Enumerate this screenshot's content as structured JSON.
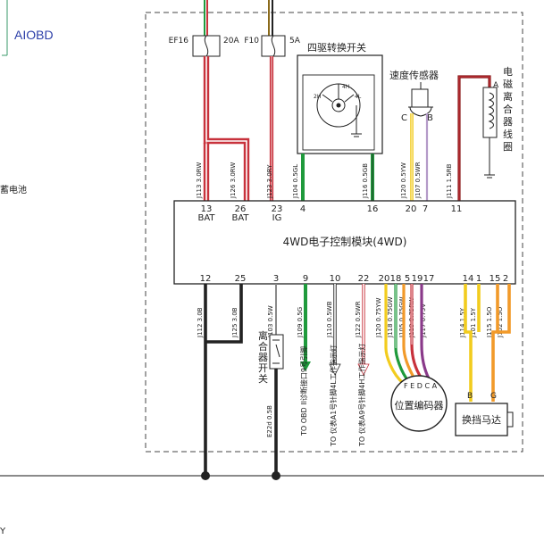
{
  "header": {
    "aiobd": "AIOBD"
  },
  "battery": {
    "label": "蓄电池"
  },
  "fuses": [
    {
      "name": "EF16",
      "rating": "20A"
    },
    {
      "name": "F10",
      "rating": "5A"
    }
  ],
  "components": {
    "four_wd_switch": "四驱转换开关",
    "switch_pos_4h": "4H",
    "switch_pos_2h": "2H",
    "switch_pos_4l": "4L",
    "speed_sensor": "速度传感器",
    "speed_pin_c": "C",
    "speed_pin_b": "B",
    "clutch_coil": "电磁离合器线圈",
    "clutch_coil_pin": "A",
    "module": "4WD电子控制模块(4WD)",
    "clutch_switch": "离合器开关",
    "position_encoder": "位置编码器",
    "shift_motor": "换挡马达",
    "motor_pin_b": "B",
    "motor_pin_g": "G",
    "encoder_pins": "FEDCA",
    "corner_letter": "Y"
  },
  "top_pins": [
    {
      "num": "13",
      "tag": "BAT",
      "wire": "J113 3.0RW"
    },
    {
      "num": "26",
      "tag": "BAT",
      "wire": "J126 3.0RW"
    },
    {
      "num": "23",
      "tag": "IG",
      "wire": "J123 3.0RY"
    },
    {
      "num": "4",
      "tag": "",
      "wire": "J104 0.5GL"
    },
    {
      "num": "16",
      "tag": "",
      "wire": "J116 0.5GB"
    },
    {
      "num": "20",
      "tag": "",
      "wire": "J120 0.5YW"
    },
    {
      "num": "7",
      "tag": "",
      "wire": "J107 0.5WR"
    },
    {
      "num": "11",
      "tag": "",
      "wire": "J111 1.5RB"
    }
  ],
  "bottom_pins": [
    {
      "num": "12",
      "wire": "J112 3.0B"
    },
    {
      "num": "25",
      "wire": "J125 3.0B"
    },
    {
      "num": "3",
      "wire": "J103 0.5W"
    },
    {
      "num": "9",
      "wire": "J109 0.5G"
    },
    {
      "num": "10",
      "wire": "J110 0.5WB"
    },
    {
      "num": "22",
      "wire": "J122 0.5WR"
    },
    {
      "num": "20",
      "wire": "J120 0.75YW"
    },
    {
      "num": "18",
      "wire": "J118 0.75GW"
    },
    {
      "num": "5",
      "wire": "J105 0.75GW"
    },
    {
      "num": "19",
      "wire": "J119 0.75RW"
    },
    {
      "num": "17",
      "wire": "J117 0.75V"
    },
    {
      "num": "14",
      "wire": "J114 1.5Y"
    },
    {
      "num": "1",
      "wire": "J101 1.5Y"
    },
    {
      "num": "15",
      "wire": "J115 1.5O"
    },
    {
      "num": "2",
      "wire": "J102 1.5O"
    }
  ],
  "extra_wire": "E22d 0.5B",
  "destinations": [
    "TO OBD II诊断接口9号引脚",
    "TO 仪表A1号针脚4L工作指示灯",
    "TO 仪表A9号针脚4H工作指示灯"
  ],
  "colors": {
    "red": "#c8323c",
    "green": "#1f9a3c",
    "yellow": "#f2cc1e",
    "orange": "#f29a2a",
    "purple": "#8a3a8a",
    "dark_red": "#8a1a1a",
    "black": "#222222",
    "grey_line": "#555555"
  }
}
